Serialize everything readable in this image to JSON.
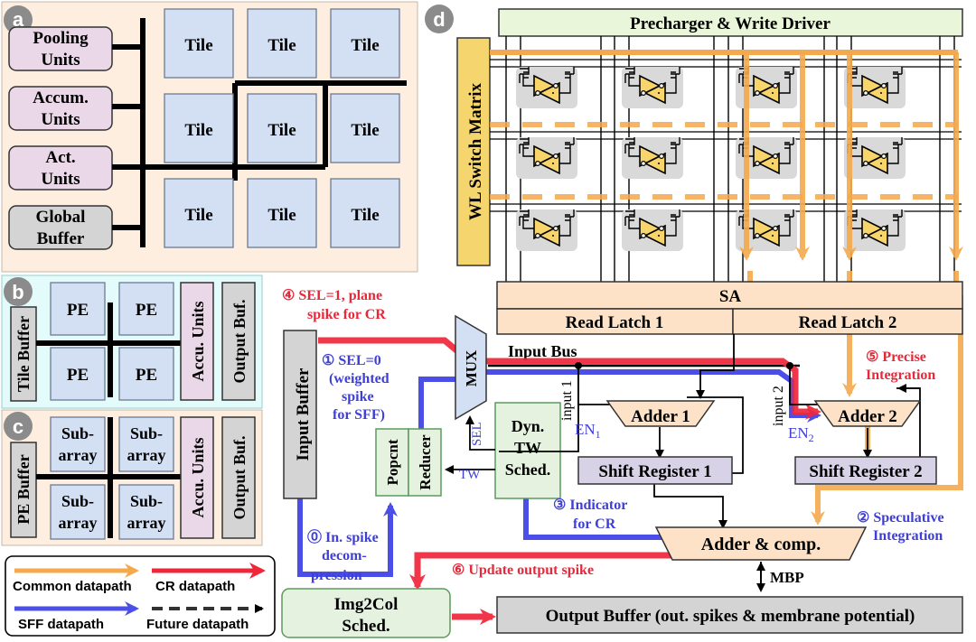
{
  "colors": {
    "panel_a_bg": "#fdeee0",
    "panel_b_bg": "#e4fbfb",
    "panel_c_bg": "#fdeee0",
    "tile": "#d3e0f4",
    "unit_pink": "#ead8e8",
    "gray_box": "#d4d4d4",
    "green_box": "#e4f2df",
    "green_top": "#e9f6d9",
    "sa_orange": "#fde2c7",
    "shift_purple": "#d8d2e7",
    "wl_yellow": "#f5d66e",
    "orange_path": "#f5a94c",
    "red_path": "#f0263b",
    "blue_path": "#4b4fe8",
    "label_circle": "#8b8b8b"
  },
  "panel_a": {
    "label": "a",
    "units": [
      "Pooling Units",
      "Accum. Units",
      "Act. Units"
    ],
    "global_buffer": "Global Buffer",
    "tile_label": "Tile"
  },
  "panel_b": {
    "label": "b",
    "tile_buffer": "Tile Buffer",
    "pe_label": "PE",
    "accu_units": "Accu. Units",
    "output_buf": "Output Buf."
  },
  "panel_c": {
    "label": "c",
    "pe_buffer": "PE Buffer",
    "subarray_top": "Sub-",
    "subarray_bottom": "array",
    "accu_units": "Accu. Units",
    "output_buf": "Output Buf."
  },
  "panel_d": {
    "label": "d",
    "precharger": "Precharger & Write Driver",
    "wl_switch": "WL Switch Matrix",
    "sa": "SA",
    "read_latch_1": "Read Latch 1",
    "read_latch_2": "Read Latch 2",
    "input_buffer": "Input Buffer",
    "mux": "MUX",
    "input_bus": "Input Bus",
    "input_1": "input 1",
    "input_2": "input 2",
    "adder_1": "Adder 1",
    "adder_2": "Adder 2",
    "en_1": "EN",
    "en_1_sub": "1",
    "en_2": "EN",
    "en_2_sub": "2",
    "shift_register_1": "Shift Register 1",
    "shift_register_2": "Shift Register 2",
    "popcnt": "Popcnt",
    "reducer": "Reducer",
    "dyn_tw_1": "Dyn.",
    "dyn_tw_2": "TW",
    "dyn_tw_3": "Sched.",
    "sel": "SEL",
    "tw": "TW",
    "adder_comp": "Adder & comp.",
    "mbp": "MBP",
    "img2col_1": "Img2Col",
    "img2col_2": "Sched.",
    "output_buffer": "Output Buffer (out. spikes & membrane potential)"
  },
  "annotations": {
    "a4_line1": "④ SEL=1, plane",
    "a4_line2": "spike for CR",
    "a1_line1": "① SEL=0",
    "a1_line2": "(weighted",
    "a1_line3": "spike",
    "a1_line4": "for SFF)",
    "a0_line1": "⓪ In. spike",
    "a0_line2": "decom-",
    "a0_line3": "pression",
    "a3_line1": "③ Indicator",
    "a3_line2": "for CR",
    "a5_line1": "⑤ Precise",
    "a5_line2": "Integration",
    "a2_line1": "② Speculative",
    "a2_line2": "Integration",
    "a6": "⑥ Update output spike"
  },
  "legend": {
    "common": "Common datapath",
    "cr": "CR datapath",
    "sff": "SFF datapath",
    "future": "Future datapath"
  }
}
